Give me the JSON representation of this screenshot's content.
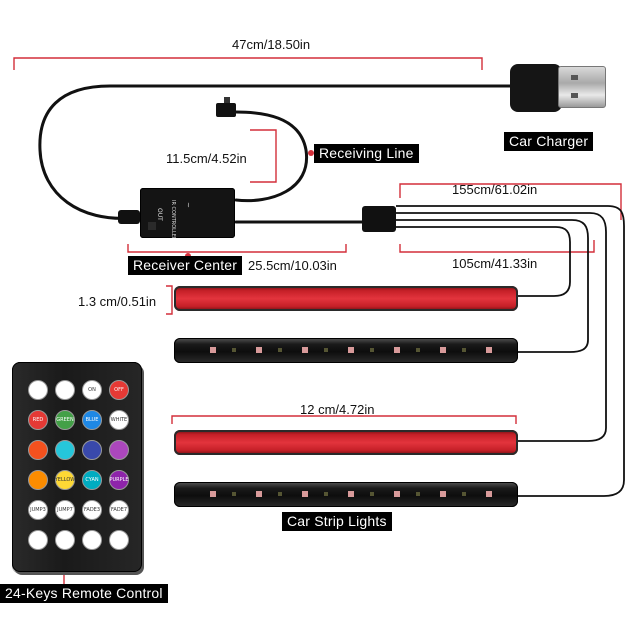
{
  "dimensions": {
    "total_length": "47cm/18.50in",
    "receiving_line_length": "11.5cm/4.52in",
    "long_branch": "155cm/61.02in",
    "receiver_to_split": "25.5cm/10.03in",
    "short_branch": "105cm/41.33in",
    "strip_width": "1.3 cm/0.51in",
    "strip_length": "12 cm/4.72in"
  },
  "labels": {
    "car_charger": "Car Charger",
    "receiving_line": "Receiving Line",
    "receiver_center": "Receiver Center",
    "car_strip_lights": "Car Strip Lights",
    "remote_control": "24-Keys Remote Control"
  },
  "colors": {
    "dimension_line": "#d32f3a",
    "label_bg": "#000000",
    "strip_red": "#e3343d"
  },
  "remote_buttons": [
    {
      "label": "",
      "color": "#ffffff",
      "icon": "brightness-up-icon"
    },
    {
      "label": "",
      "color": "#ffffff",
      "icon": "brightness-down-icon"
    },
    {
      "label": "ON",
      "color": "#ffffff"
    },
    {
      "label": "OFF",
      "color": "#e53935"
    },
    {
      "label": "RED",
      "color": "#e53935"
    },
    {
      "label": "GREEN",
      "color": "#43a047"
    },
    {
      "label": "BLUE",
      "color": "#1e88e5"
    },
    {
      "label": "WHITE",
      "color": "#ffffff"
    },
    {
      "label": "",
      "color": "#f4511e"
    },
    {
      "label": "",
      "color": "#26c6da"
    },
    {
      "label": "",
      "color": "#3949ab"
    },
    {
      "label": "",
      "color": "#ab47bc"
    },
    {
      "label": "",
      "color": "#fb8c00"
    },
    {
      "label": "YELLOW",
      "color": "#fdd835"
    },
    {
      "label": "CYAN",
      "color": "#00acc1"
    },
    {
      "label": "PURPLE",
      "color": "#8e24aa"
    },
    {
      "label": "JUMP3",
      "color": "#ffffff"
    },
    {
      "label": "JUMP7",
      "color": "#ffffff"
    },
    {
      "label": "FADE3",
      "color": "#ffffff"
    },
    {
      "label": "FADE7",
      "color": "#ffffff"
    },
    {
      "label": "",
      "color": "#ffffff",
      "icon": "music-mode-icon"
    },
    {
      "label": "",
      "color": "#ffffff",
      "icon": "music-mode-icon"
    },
    {
      "label": "",
      "color": "#ffffff",
      "icon": "music-mode-icon"
    },
    {
      "label": "",
      "color": "#ffffff",
      "icon": "music-mode-icon"
    }
  ]
}
